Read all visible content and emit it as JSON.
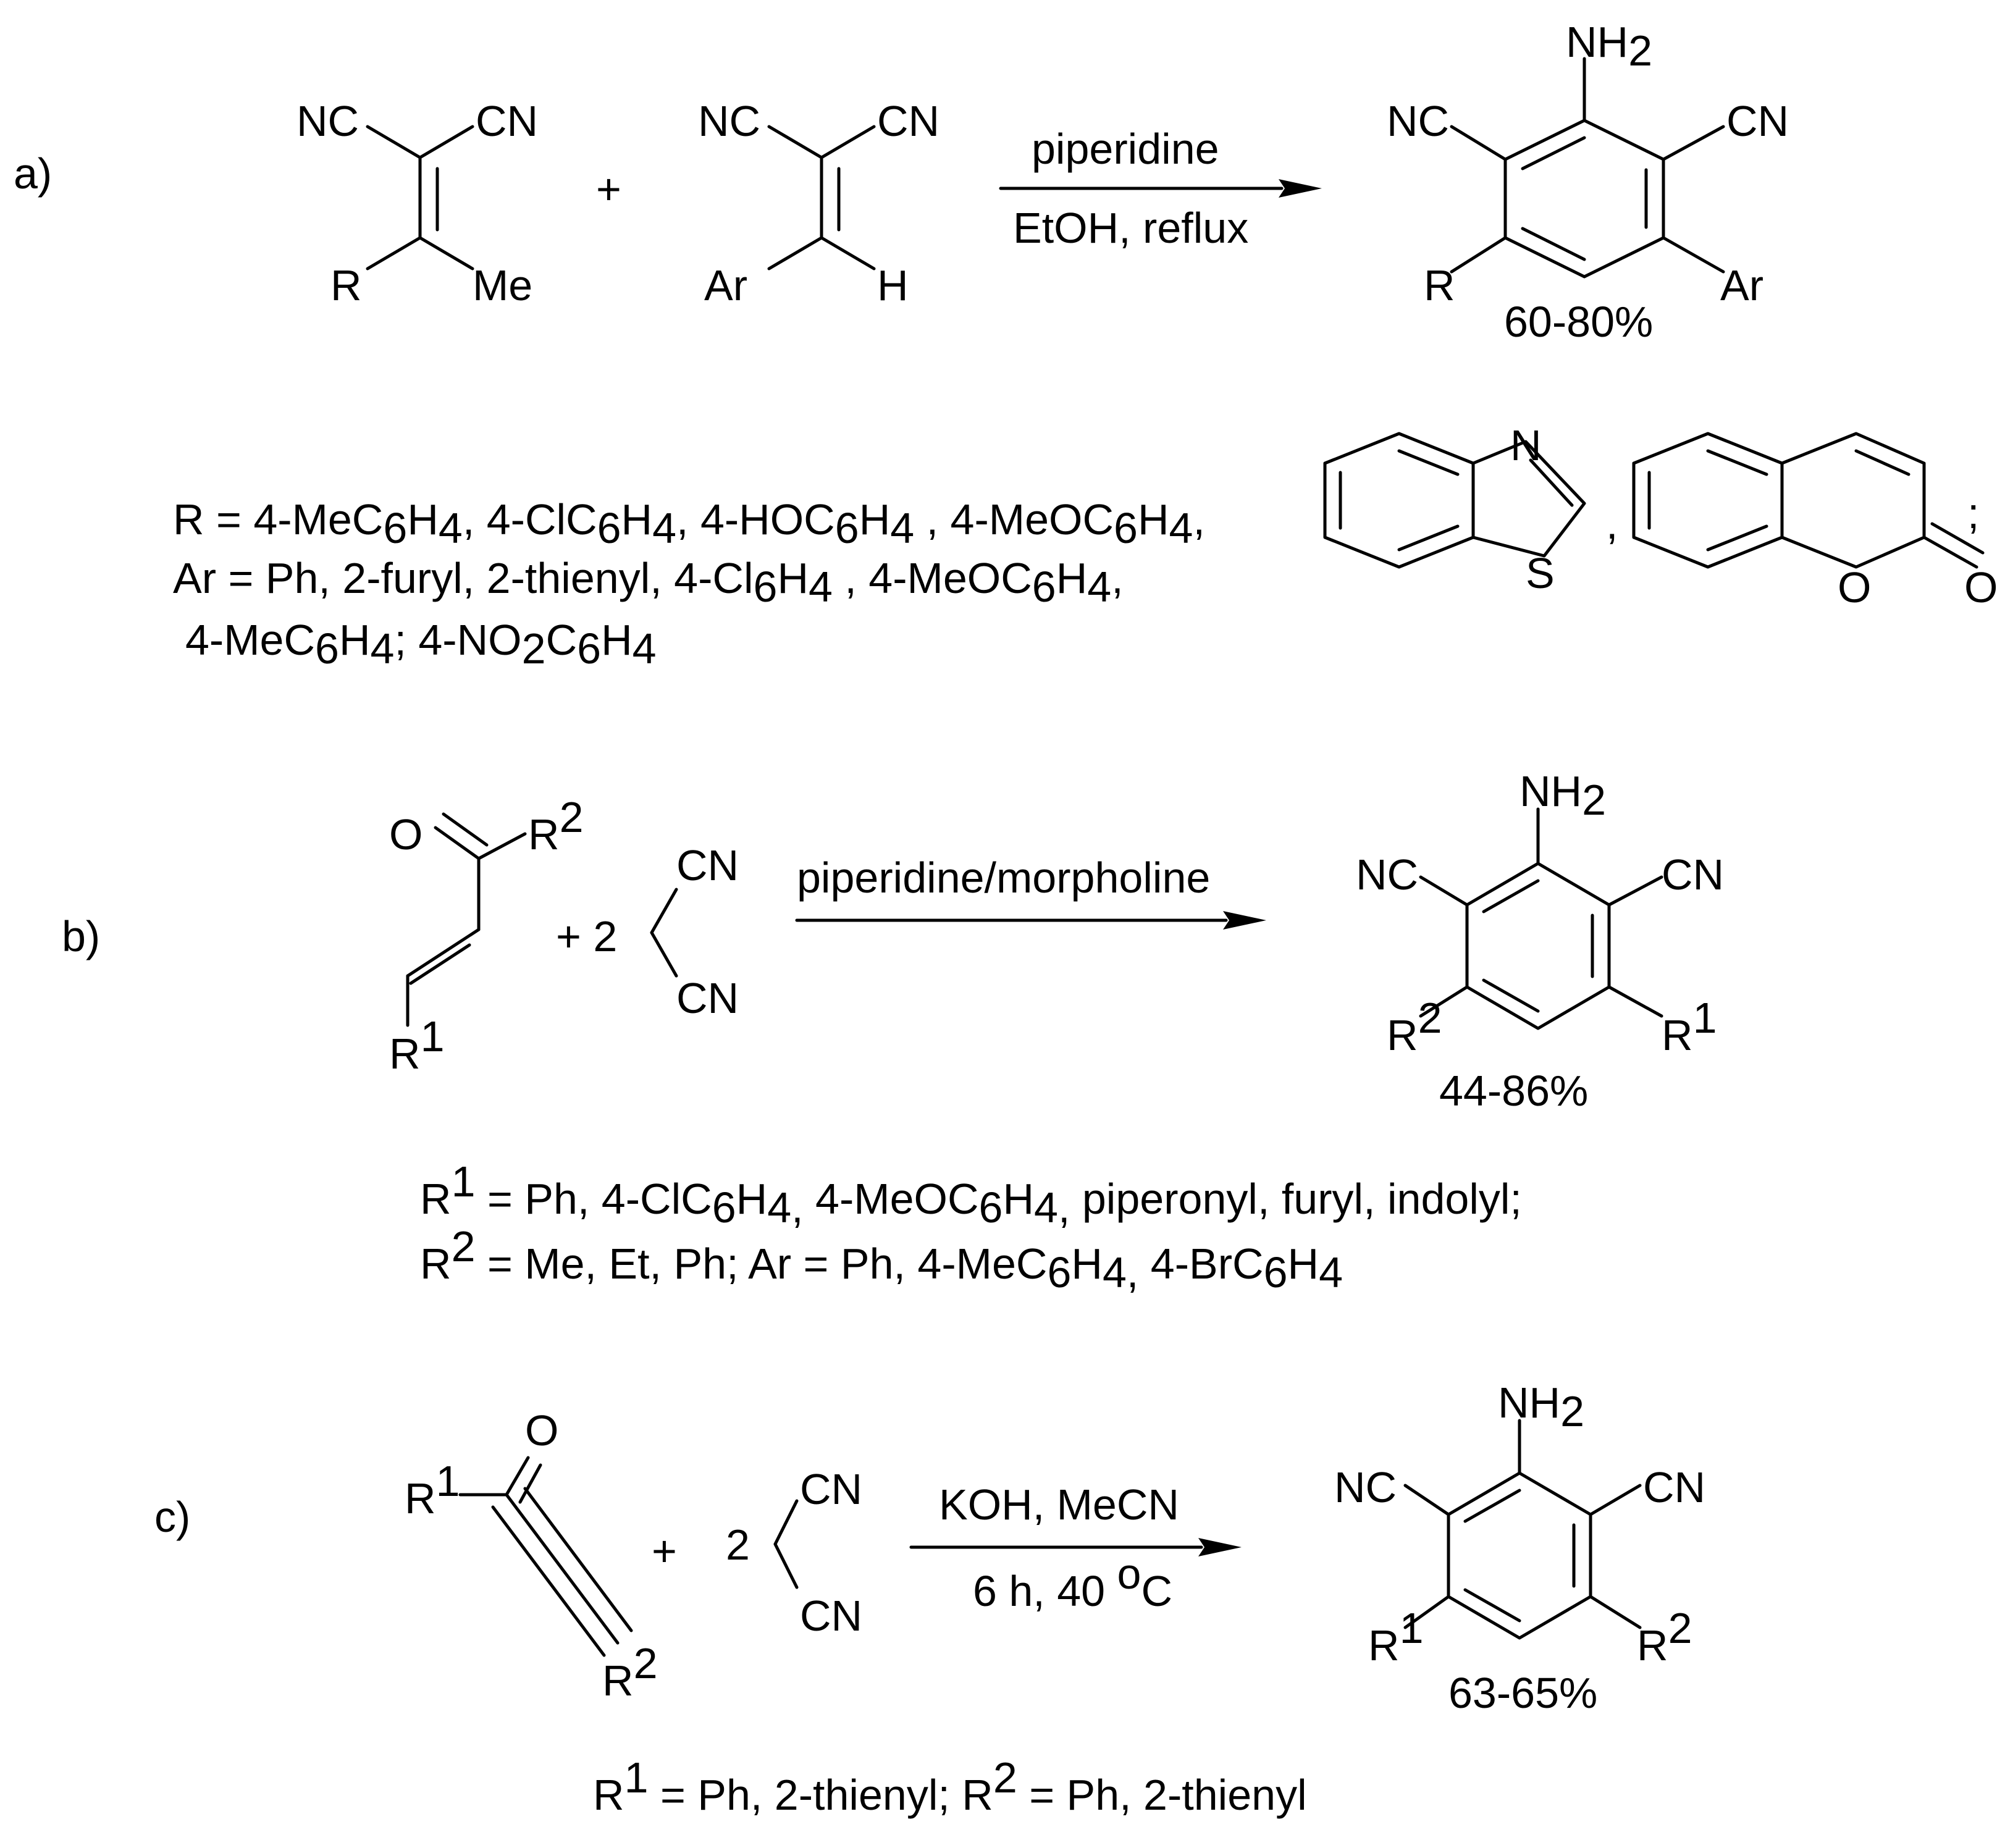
{
  "scheme_a": {
    "label": "a)",
    "r1_nc": "NC",
    "r1_cn": "CN",
    "r1_r": "R",
    "r1_me": "Me",
    "plus": "+",
    "r2_nc": "NC",
    "r2_cn": "CN",
    "r2_ar": "Ar",
    "r2_h": "H",
    "cond_top": "piperidine",
    "cond_bottom": "EtOH, reflux",
    "p_nh2": "NH2",
    "p_nc": "NC",
    "p_cn": "CN",
    "p_r": "R",
    "p_ar": "Ar",
    "yield": "60-80%",
    "r_def": "R = 4-MeC6H4, 4-ClC6H4, 4-HOC6H4 , 4-MeOC6H4,",
    "ar_def_1": "Ar = Ph, 2-furyl, 2-thienyl, 4-Cl6H4 , 4-MeOC6H4,",
    "ar_def_2": "4-MeC6H4;  4-NO2C6H4",
    "benzothiazole_n": "N",
    "benzothiazole_s": "S",
    "sep_comma": ",",
    "coumarin_o_ring": "O",
    "coumarin_o_carbonyl": "O",
    "sep_semicolon": ";"
  },
  "scheme_b": {
    "label": "b)",
    "e_o": "O",
    "e_r2": "R2",
    "e_r1": "R1",
    "plus_2": "+ 2",
    "m_cn_top": "CN",
    "m_cn_bottom": "CN",
    "cond": "piperidine/morpholine",
    "p_nh2": "NH2",
    "p_nc": "NC",
    "p_cn": "CN",
    "p_r2": "R2",
    "p_r1": "R1",
    "yield": "44-86%",
    "def_1": "R1 = Ph, 4-ClC6H4, 4-MeOC6H4, piperonyl, furyl, indolyl;",
    "def_2": "R2 = Me, Et, Ph; Ar = Ph, 4-MeC6H4, 4-BrC6H4"
  },
  "scheme_c": {
    "label": "c)",
    "y_r1": "R1",
    "y_o": "O",
    "y_r2": "R2",
    "plus": "+",
    "coef": "2",
    "m_cn_top": "CN",
    "m_cn_bottom": "CN",
    "cond_top": "KOH, MeCN",
    "cond_bottom": "6 h, 40 oC",
    "p_nh2": "NH2",
    "p_nc": "NC",
    "p_cn": "CN",
    "p_r1": "R1",
    "p_r2": "R2",
    "yield": "63-65%",
    "def": "R1 = Ph,  2-thienyl; R2 = Ph, 2-thienyl"
  }
}
